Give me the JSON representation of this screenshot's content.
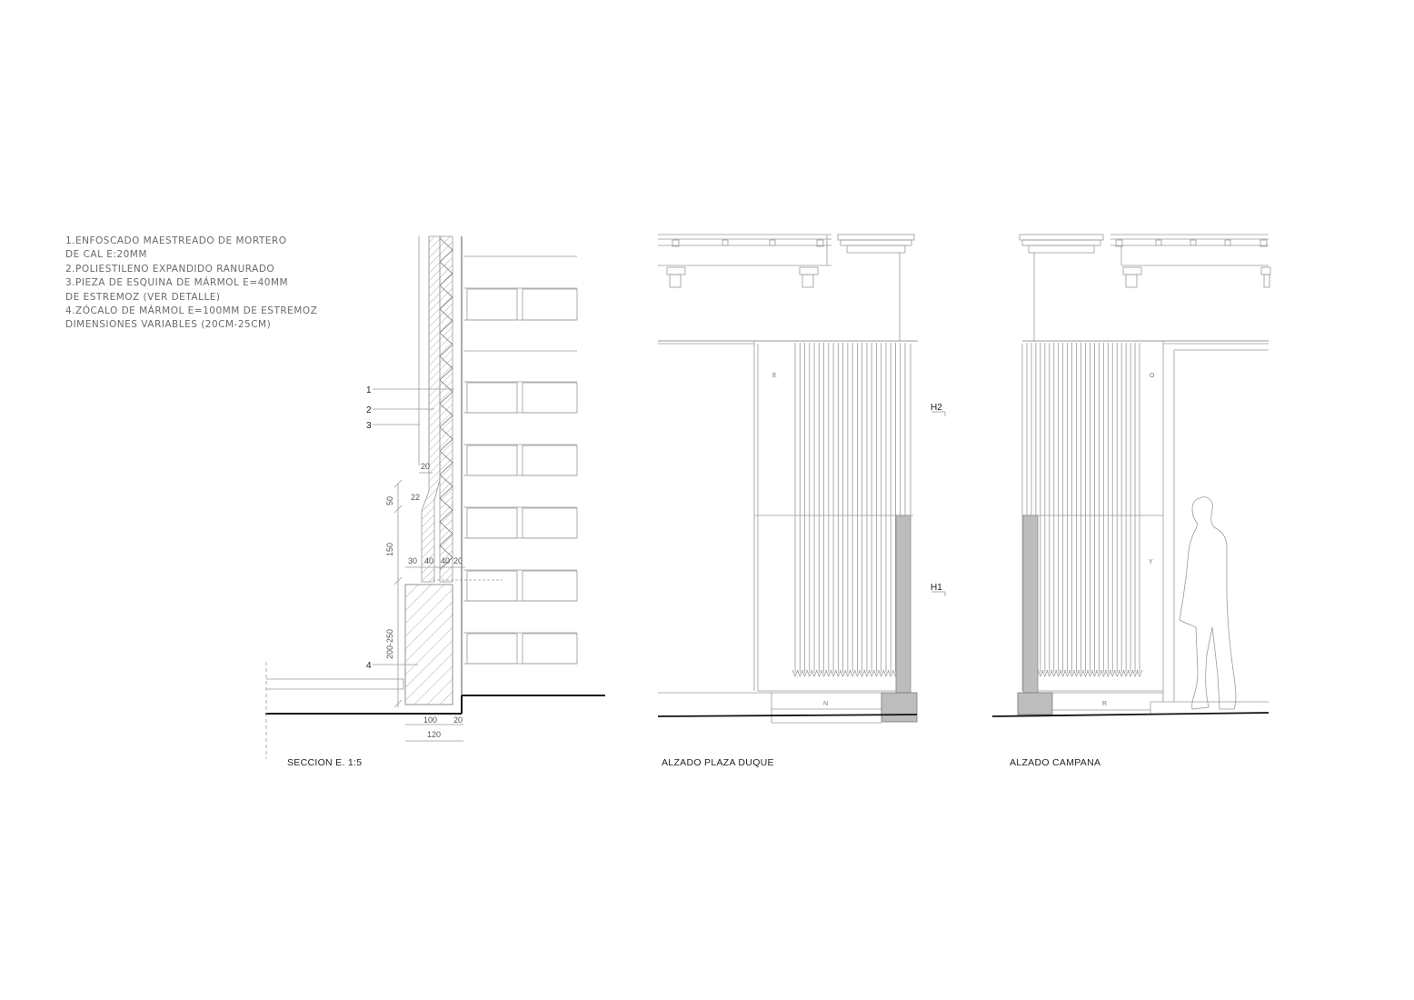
{
  "legend": [
    "1.ENFOSCADO MAESTREADO DE MORTERO",
    "DE CAL E:20MM",
    "2.POLIESTILENO EXPANDIDO RANURADO",
    "3.PIEZA DE ESQUINA DE MÁRMOL E=40MM",
    "DE ESTREMOZ (VER DETALLE)",
    "4.ZÓCALO DE MÁRMOL E=100MM DE ESTREMOZ",
    "DIMENSIONES VARIABLES (20CM-25CM)"
  ],
  "section": {
    "title": "SECCION   E. 1:5",
    "callouts": [
      "1",
      "2",
      "3",
      "4"
    ],
    "dims": {
      "d20a": "20",
      "d22": "22",
      "d50": "50",
      "d150": "150",
      "d30": "30",
      "d40a": "40",
      "d40b": "40",
      "d20b": "20",
      "d200_250": "200-250",
      "d100": "100",
      "d20c": "20",
      "d120": "120"
    }
  },
  "elevation_duque": {
    "title": "ALZADO PLAZA DUQUE",
    "letters": {
      "e": "E",
      "n": "N"
    },
    "levels": {
      "h2": "H2",
      "h1": "H1"
    }
  },
  "elevation_campana": {
    "title": "ALZADO CAMPANA",
    "letters": {
      "o": "O",
      "y": "Y",
      "r": "R"
    }
  },
  "colors": {
    "line": "#9a9a9a",
    "dark": "#111111",
    "grey_fill": "#bdbdbd",
    "text": "#6a6a6a"
  }
}
